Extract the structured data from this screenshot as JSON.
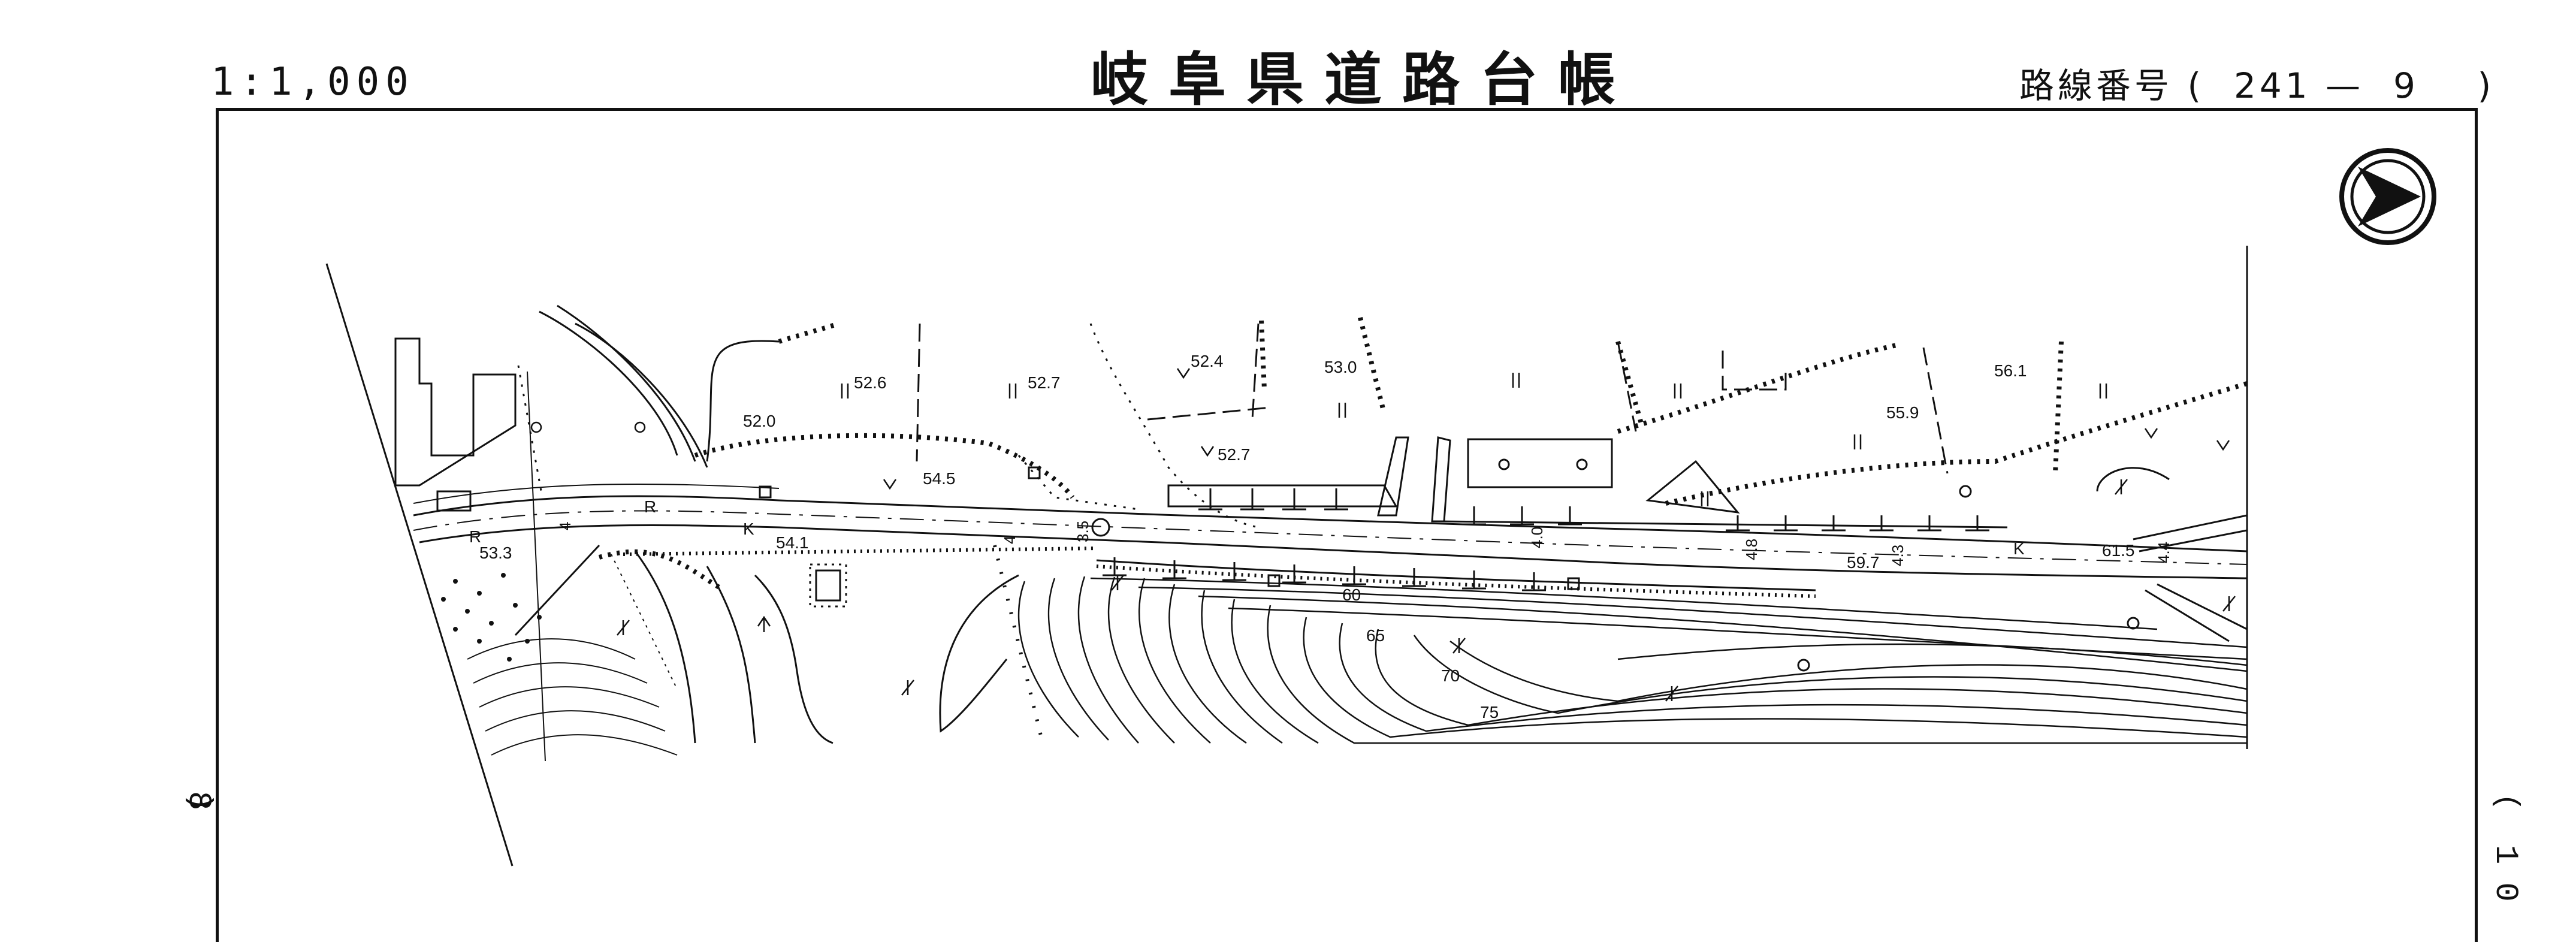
{
  "header": {
    "scale": "1:1,000",
    "title": "岐阜県道路台帳",
    "route_label": "路線番号",
    "route_open": "(",
    "route_number": "241",
    "route_dash": "—",
    "route_sub": "9",
    "route_close": ")"
  },
  "sheet": {
    "left_ref": "8",
    "right_ref": "10"
  },
  "north_arrow": {
    "icon": "north-arrow-icon"
  },
  "elevations": [
    "52.0",
    "52.6",
    "52.7",
    "52.4",
    "53.0",
    "52.7",
    "54.5",
    "56.1",
    "55.9",
    "53.3",
    "54.1",
    "59.7",
    "61.5"
  ],
  "road_widths": [
    "4",
    "3.5",
    "4",
    "4.0",
    "4.8",
    "4.3",
    "4.4"
  ],
  "contours": [
    "60",
    "65",
    "70",
    "75"
  ],
  "road_marks": [
    "R",
    "R",
    "K",
    "K"
  ]
}
